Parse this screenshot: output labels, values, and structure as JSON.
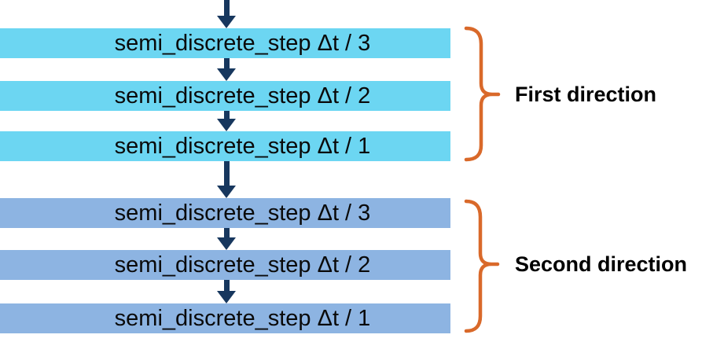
{
  "flow": {
    "groups": [
      {
        "label": "First direction",
        "bar_color": "#6cd6f2",
        "steps": [
          "semi_discrete_step Δt / 3",
          "semi_discrete_step Δt / 2",
          "semi_discrete_step Δt / 1"
        ]
      },
      {
        "label": "Second direction",
        "bar_color": "#8db4e2",
        "steps": [
          "semi_discrete_step Δt / 3",
          "semi_discrete_step Δt / 2",
          "semi_discrete_step Δt / 1"
        ]
      }
    ],
    "colors": {
      "arrow": "#17375e",
      "bracket": "#d9692a",
      "bar_text": "#0a0a0a",
      "label_text": "#000000",
      "background": "#ffffff"
    }
  }
}
